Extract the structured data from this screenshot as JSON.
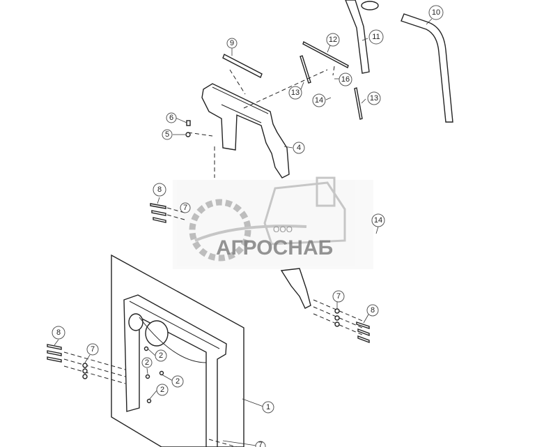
{
  "diagram": {
    "callouts": [
      "1",
      "2",
      "2",
      "2",
      "2",
      "4",
      "5",
      "6",
      "7",
      "7",
      "7",
      "7",
      "8",
      "8",
      "8",
      "9",
      "10",
      "11",
      "12",
      "13",
      "13",
      "14",
      "14",
      "16"
    ]
  },
  "watermark": {
    "brand": "АГРОСНАБ",
    "prefix": "ООО"
  }
}
